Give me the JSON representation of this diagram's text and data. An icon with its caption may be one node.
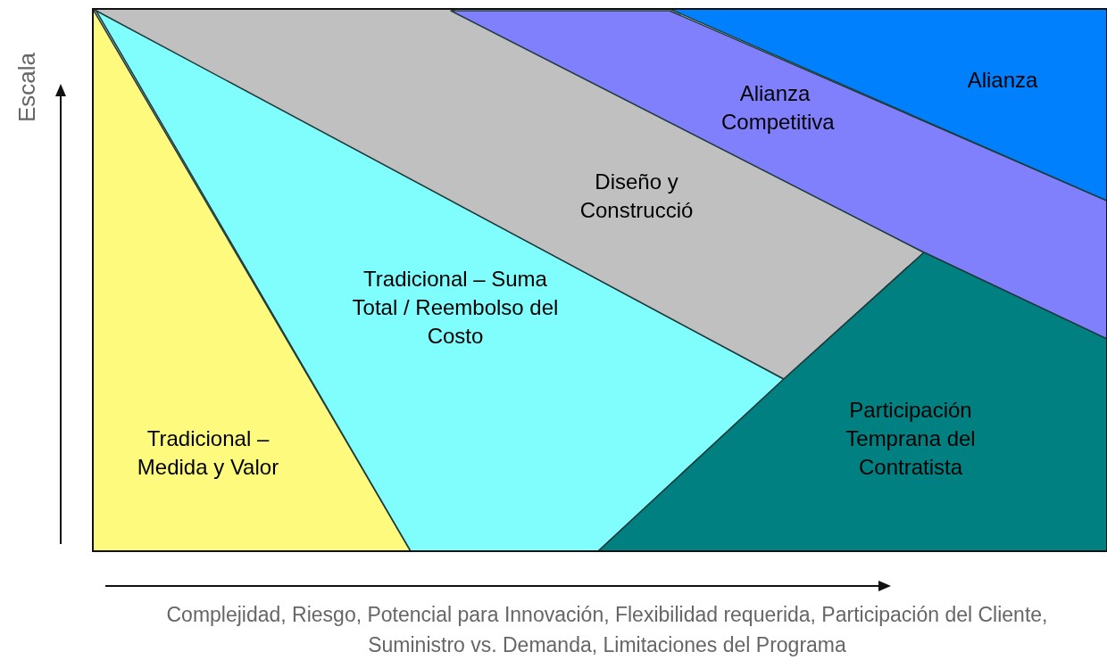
{
  "diagram": {
    "nodes": [
      {
        "text": [
          "Tradicional – Medida y Valor"
        ]
      },
      {
        "text": [
          "Tradicional – Suma Total / Reembolso del Costo"
        ]
      },
      {
        "text": [
          "Diseño y Construcció"
        ]
      },
      {
        "text": [
          "Alianza Competitiva"
        ]
      },
      {
        "text": [
          "Alianza"
        ]
      },
      {
        "text": [
          "Participación Temprana del Contratista"
        ]
      }
    ],
    "labels": [
      "Escala",
      "Complejidad, Riesgo, Potencial para Innovación, Flexibilidad requerida, Participación del Cliente, Suministro vs. Demanda, Limitaciones del Programa"
    ]
  }
}
